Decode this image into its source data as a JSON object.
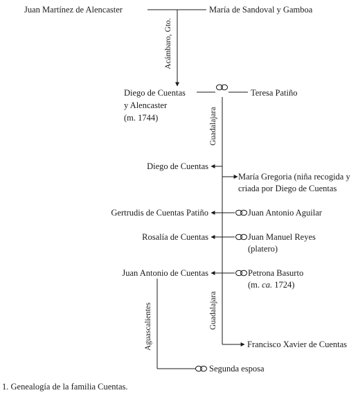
{
  "people": {
    "juan_martinez": "Juan Martínez de Alencaster",
    "maria_sandoval": "María de Sandoval y Gamboa",
    "diego_cuentas_1": "Diego de Cuentas",
    "diego_cuentas_2": "y Alencaster",
    "diego_cuentas_3": "(m. 1744)",
    "teresa": "Teresa Patiño",
    "diego_cuentas_jr": "Diego de Cuentas",
    "maria_gregoria_1": "María  Gregoria (niña recogida y",
    "maria_gregoria_2": "criada por Diego de Cuentas",
    "gertrudis": "Gertrudis de Cuentas Patiño",
    "juan_antonio_aguilar": "Juan Antonio Aguilar",
    "rosalia": "Rosalía de Cuentas",
    "juan_manuel_1": "Juan Manuel Reyes",
    "juan_manuel_2": "(platero)",
    "juan_antonio_cuentas": "Juan Antonio de Cuentas",
    "petrona_1": "Petrona Basurto",
    "petrona_2_a": "(m. ",
    "petrona_2_b": "ca.",
    "petrona_2_c": " 1724)",
    "francisco": "Francisco Xavier de Cuentas",
    "segunda_esposa": "Segunda esposa"
  },
  "places": {
    "acambaro": "Acámbaro, Gto.",
    "guadalajara_1": "Guadalajara",
    "guadalajara_2": "Guadalajara",
    "aguascalientes": "Aguascalientes"
  },
  "caption": "1. Genealogía de la familia Cuentas."
}
